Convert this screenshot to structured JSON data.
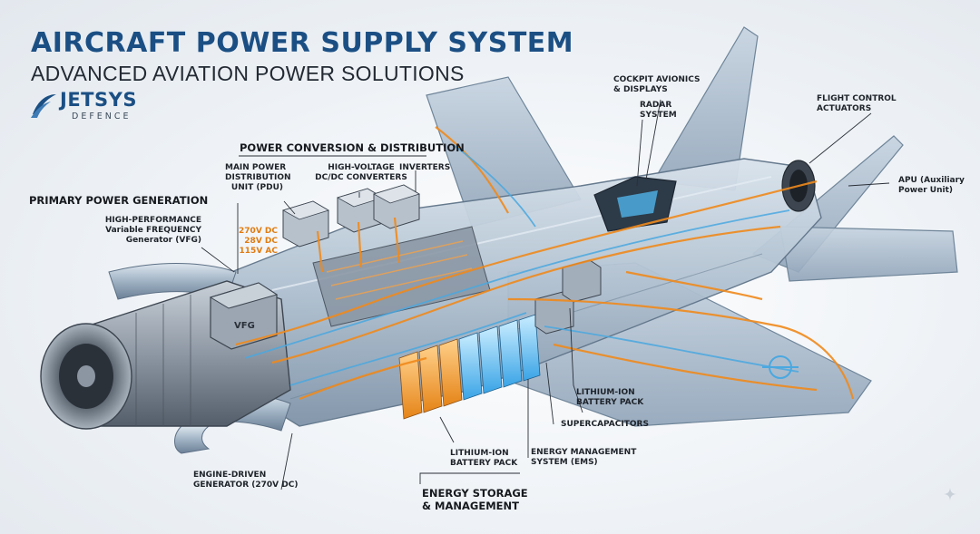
{
  "header": {
    "title": "AIRCRAFT POWER SUPPLY SYSTEM",
    "subtitle": "ADVANCED AVIATION POWER SOLUTIONS"
  },
  "logo": {
    "name": "JETSYS",
    "tagline": "DEFENCE",
    "icon": "swoosh-logo-icon"
  },
  "sections": {
    "conversion": "POWER CONVERSION & DISTRIBUTION",
    "generation": "PRIMARY POWER GENERATION",
    "storage": "ENERGY STORAGE\n& MANAGEMENT"
  },
  "labels": {
    "pdu": "MAIN POWER\nDISTRIBUTION\nUNIT (PDU)",
    "hv_dcdc": "HIGH-VOLTAGE\nDC/DC CONVERTERS",
    "inverters": "INVERTERS",
    "vfg_label": "HIGH-PERFORMANCE\nVariable FREQUENCY\nGenerator (VFG)",
    "cockpit": "COCKPIT AVIONICS\n& DISPLAYS",
    "radar": "RADAR\nSYSTEM",
    "flight_control": "FLIGHT CONTROL\nACTUATORS",
    "apu": "APU (Auxiliary\nPower Unit)",
    "battery_right": "LITHIUM-ION\nBATTERY PACK",
    "supercaps": "SUPERCAPACITORS",
    "ems": "ENERGY MANAGEMENT\nSYSTEM (EMS)",
    "battery_left": "LITHIUM-ION\nBATTERY PACK",
    "engine_gen": "ENGINE-DRIVEN\nGENERATOR (270V DC)",
    "vfg_box": "VFG"
  },
  "voltages": "270V DC\n28V DC\n115V AC",
  "colors": {
    "title_blue": "#1b4f84",
    "power_orange": "#f08a1c",
    "data_blue": "#4aa8e0",
    "fuselage": "#a9b8c8"
  }
}
